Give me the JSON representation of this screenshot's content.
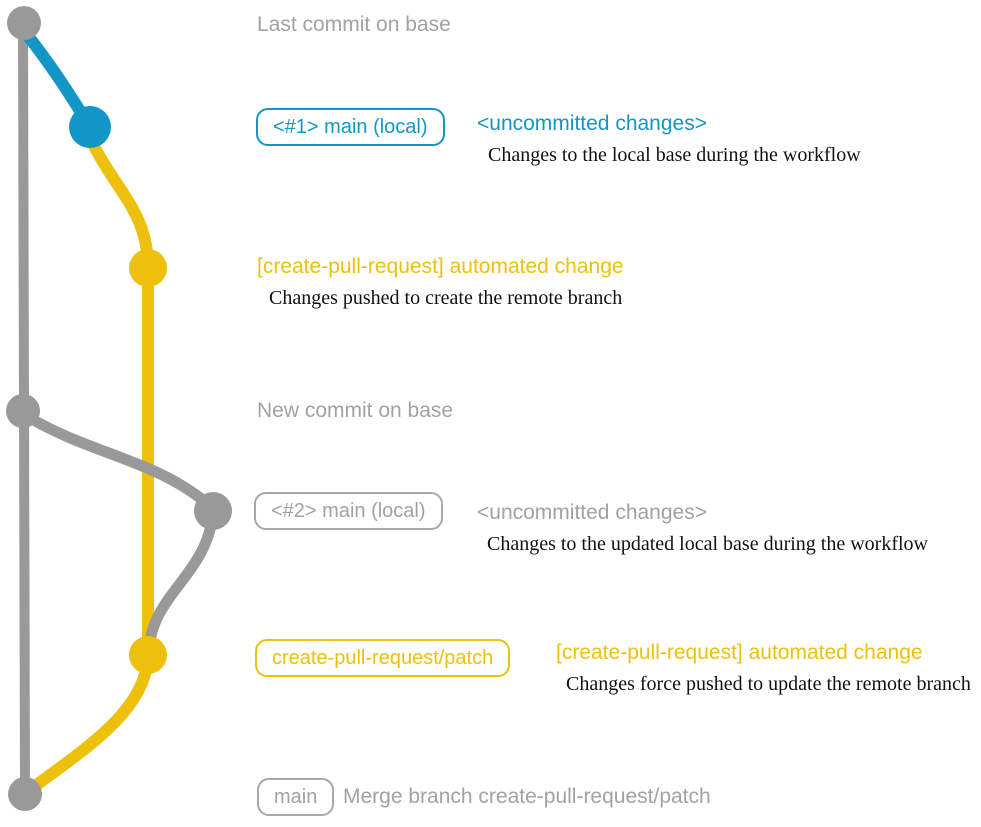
{
  "colors": {
    "base-gray": "#999999",
    "text-gray": "#a2a2a2",
    "border-gray": "#a8a8a8",
    "teal": "#1296c6",
    "yellow": "#edc00c",
    "desc-black": "#111111"
  },
  "graph": {
    "type": "git-graph",
    "branches": [
      {
        "name": "base",
        "color": "gray"
      },
      {
        "name": "local-main",
        "color": "teal-then-gray"
      },
      {
        "name": "create-pull-request/patch",
        "color": "yellow"
      }
    ],
    "commits": [
      {
        "id": "last-commit-on-base",
        "color": "gray"
      },
      {
        "id": "local-main-1",
        "color": "teal"
      },
      {
        "id": "automated-change-1",
        "color": "yellow"
      },
      {
        "id": "new-commit-on-base",
        "color": "gray"
      },
      {
        "id": "local-main-2",
        "color": "gray"
      },
      {
        "id": "automated-change-2",
        "color": "yellow"
      },
      {
        "id": "merge-commit",
        "color": "gray"
      }
    ]
  },
  "annotations": {
    "last_commit_on_base": "Last commit on base",
    "branch1_badge": "<#1> main (local)",
    "branch1_title": "<uncommitted changes>",
    "branch1_desc": "Changes to the local base during the workflow",
    "commit1_title": "[create-pull-request] automated change",
    "commit1_desc": "Changes pushed to create the remote branch",
    "new_commit_on_base": "New commit on base",
    "branch2_badge": "<#2> main (local)",
    "branch2_title": "<uncommitted changes>",
    "branch2_desc": "Changes to the updated local base during the workflow",
    "patch_badge": "create-pull-request/patch",
    "commit2_title": "[create-pull-request] automated change",
    "commit2_desc": "Changes force pushed to update the remote branch",
    "merge_badge": "main",
    "merge_title": "Merge branch create-pull-request/patch"
  }
}
